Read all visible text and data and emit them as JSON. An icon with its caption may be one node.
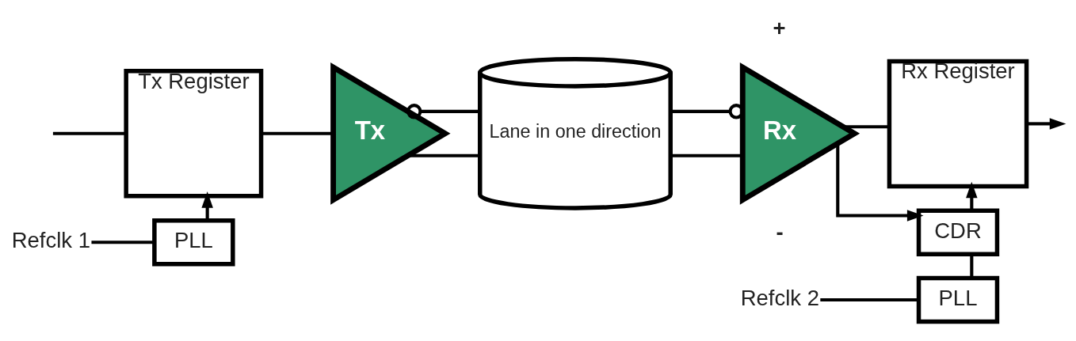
{
  "diagram": {
    "nodes": [
      {
        "text": [
          "Tx Register"
        ]
      },
      {
        "text": [
          "Tx"
        ]
      },
      {
        "text": [
          "Lane in one direction"
        ]
      },
      {
        "text": [
          "Rx"
        ]
      },
      {
        "text": [
          "Rx Register"
        ]
      },
      {
        "text": [
          "PLL"
        ]
      },
      {
        "text": [
          "Refclk 1"
        ]
      },
      {
        "text": [
          "CDR"
        ]
      },
      {
        "text": [
          "PLL"
        ]
      },
      {
        "text": [
          "Refclk 2"
        ]
      }
    ],
    "edges": [
      {
        "from": null,
        "to": 0,
        "arrow": "none"
      },
      {
        "from": 0,
        "to": 1,
        "arrow": "none"
      },
      {
        "from": 1,
        "to": 2,
        "arrow": "none"
      },
      {
        "from": 1,
        "to": 2,
        "arrow": "other"
      },
      {
        "from": 2,
        "to": 3,
        "arrow": "none"
      },
      {
        "from": 2,
        "to": 3,
        "arrow": "other"
      },
      {
        "from": 3,
        "to": 4,
        "arrow": "none"
      },
      {
        "from": 4,
        "to": null,
        "arrow": "to"
      },
      {
        "from": 3,
        "to": 7,
        "arrow": "to"
      },
      {
        "from": 7,
        "to": 4,
        "arrow": "to"
      },
      {
        "from": 5,
        "to": 0,
        "arrow": "to"
      },
      {
        "from": 6,
        "to": 5,
        "arrow": "none"
      },
      {
        "from": 8,
        "to": 7,
        "arrow": "none"
      },
      {
        "from": 9,
        "to": 8,
        "arrow": "none"
      }
    ],
    "labels": [
      "+",
      "-"
    ]
  }
}
